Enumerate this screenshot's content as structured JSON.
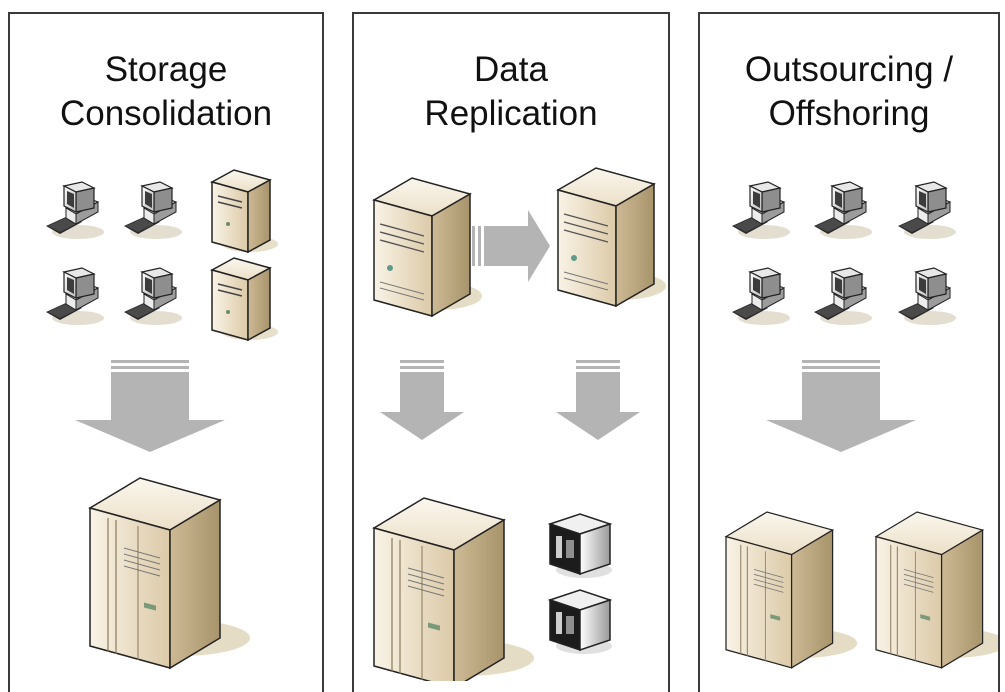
{
  "panels": [
    {
      "title_line1": "Storage",
      "title_line2": "Consolidation"
    },
    {
      "title_line1": "Data",
      "title_line2": "Replication"
    },
    {
      "title_line1": "Outsourcing /",
      "title_line2": "Offshoring"
    }
  ],
  "colors": {
    "server_face": "#f1e7d2",
    "server_side": "#c9b58f",
    "server_shadow": "#e3ddc7",
    "arrow": "#b4b4b4",
    "border": "#3a3a3a"
  }
}
